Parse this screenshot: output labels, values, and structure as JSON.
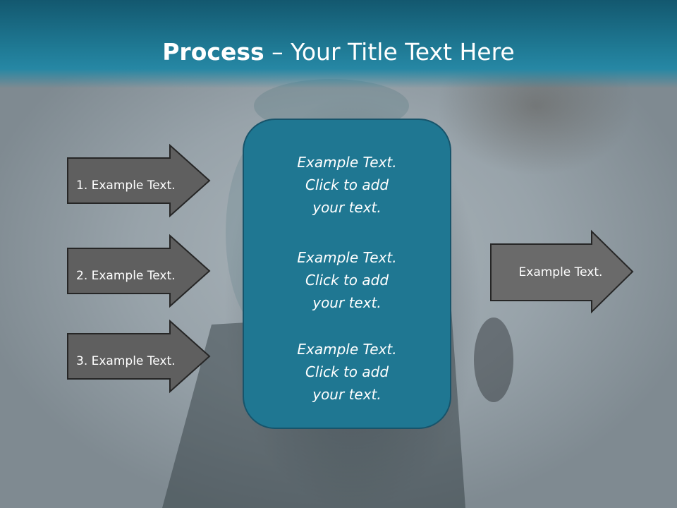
{
  "slide": {
    "title_bold": "Process",
    "title_rest": " – Your Title Text Here",
    "left_arrows": [
      {
        "label": "1. Example Text."
      },
      {
        "label": "2. Example Text."
      },
      {
        "label": "3. Example Text."
      }
    ],
    "center_items": [
      {
        "text": "Example Text.\nClick  to add\nyour text."
      },
      {
        "text": "Example Text.\nClick  to add\nyour text."
      },
      {
        "text": "Example Text.\nClick  to add\nyour text."
      }
    ],
    "right_arrow": {
      "label": "Example Text."
    }
  },
  "colors": {
    "header": "#1f7a95",
    "center_box": "#1f7792",
    "arrow_fill": "#5f5f5f",
    "right_arrow_fill": "#6a6a6a",
    "arrow_stroke": "#262626"
  }
}
